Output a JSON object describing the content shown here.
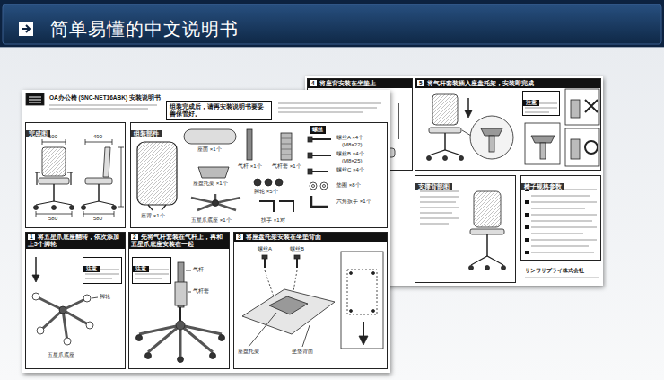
{
  "diagram": {
    "title": "简单易懂的中文说明书",
    "nodes": [
      {
        "text": [
          "OA办公椅 (SNC-NET16ABK) 安装说明书"
        ]
      },
      {
        "text": [
          "组装完成后，请再安装说明书要妥善保管好。"
        ],
        "in": 0
      },
      {
        "text": [
          "完成图"
        ],
        "in": 0
      },
      {
        "text": [
          "组装部件"
        ],
        "in": 0
      },
      {
        "text": [
          "螺丝"
        ],
        "in": 3
      },
      {
        "text": [
          "1",
          "将五星爪底座翻转，依次添加上5个脚轮"
        ],
        "in": 0
      },
      {
        "text": [
          "注意"
        ],
        "in": 5
      },
      {
        "text": [
          "2",
          "先将气杆套装在气杆上，再和五星爪底座安装在一起"
        ],
        "in": 0
      },
      {
        "text": [
          "注意"
        ],
        "in": 7
      },
      {
        "text": [
          "3",
          "将座盘托架安装在坐垫背面"
        ],
        "in": 0
      },
      {
        "text": [
          "サンワサプライ株式会社"
        ]
      },
      {
        "text": [
          "4",
          "将座背安装在坐垫上"
        ],
        "in": 10
      },
      {
        "text": [
          "5",
          "将气杆套装插入座盘托架，安装即完成"
        ],
        "in": 10
      },
      {
        "text": [
          "注意"
        ],
        "in": 12
      },
      {
        "text": [
          "支撑背部图"
        ],
        "in": 10
      },
      {
        "text": [
          "椅子规格参数"
        ],
        "in": 10
      }
    ],
    "labels": [
      "600",
      "490",
      "580",
      "580",
      "座背 ×1个",
      "座面 ×1个",
      "气杆 ×1个",
      "气杆套 ×1个",
      "座盘托架 ×1个",
      "脚轮 ×5个",
      "五星爪底座 ×1个",
      "扶手 ×1对",
      "螺丝A ×4个",
      "(M8×22)",
      "螺丝B ×4个",
      "(M8×25)",
      "螺丝C ×4个",
      "垫圈 ×8个",
      "六角扳手 ×1个",
      "脚轮",
      "五星爪底座",
      "气杆",
      "气杆套",
      "螺丝A",
      "螺丝B",
      "座盘托架",
      "坐垫背面"
    ]
  }
}
